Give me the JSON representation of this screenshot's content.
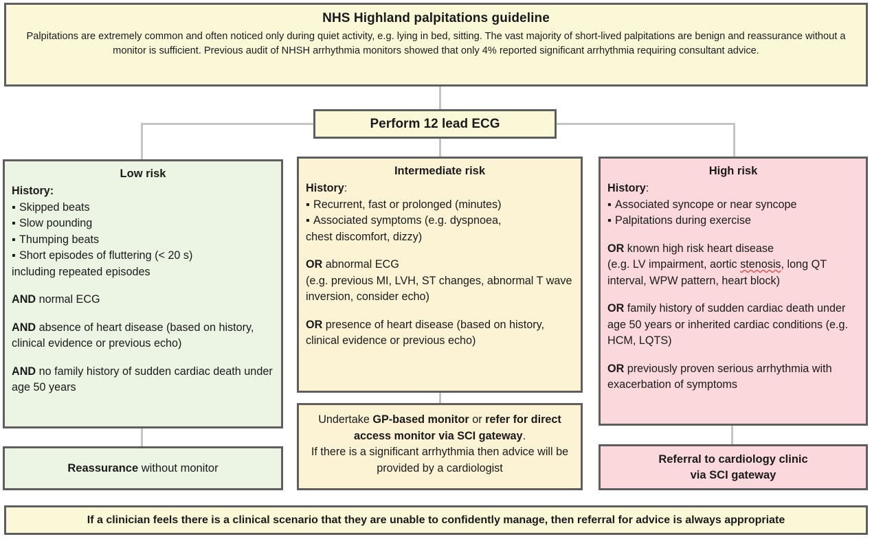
{
  "header": {
    "title": "NHS Highland palpitations guideline",
    "body": "Palpitations are extremely common and often noticed only during quiet activity, e.g. lying in bed, sitting. The vast majority of short-lived palpitations are benign and reassurance without a monitor is sufficient. Previous audit of NHSH arrhythmia monitors showed that only 4% reported significant arrhythmia requiring consultant advice."
  },
  "ecg": {
    "label": "Perform 12 lead ECG"
  },
  "low_risk": {
    "title": "Low risk",
    "history_label": "History:",
    "bullets": [
      "Skipped beats",
      "Slow pounding",
      "Thumping beats",
      "Short episodes of fluttering (< 20 s)"
    ],
    "bullet_continuation": "including repeated episodes",
    "criteria": [
      {
        "connector": "AND",
        "text": " normal ECG"
      },
      {
        "connector": "AND",
        "text": " absence of heart disease (based on history, clinical evidence or previous echo)"
      },
      {
        "connector": "AND",
        "text": " no family history of sudden cardiac death under age 50 years"
      }
    ],
    "outcome_bold": "Reassurance",
    "outcome_rest": " without monitor"
  },
  "intermediate_risk": {
    "title": "Intermediate risk",
    "history_label": "History",
    "history_colon": ":",
    "bullets": [
      "Recurrent, fast or prolonged (minutes)",
      "Associated symptoms (e.g. dyspnoea,"
    ],
    "bullet_continuation": "chest discomfort, dizzy)",
    "criteria": [
      {
        "connector": "OR",
        "text": " abnormal ECG"
      },
      {
        "connector": "",
        "text": "(e.g. previous MI, LVH, ST changes, abnormal T wave inversion, consider echo)"
      },
      {
        "connector": "OR",
        "text": " presence of heart disease (based on history, clinical evidence or previous echo)"
      }
    ],
    "outcome_line1_a": "Undertake ",
    "outcome_line1_b": "GP-based monitor",
    "outcome_line1_c": " or ",
    "outcome_line1_d": "refer for direct access monitor via SCI gateway",
    "outcome_line1_e": ".",
    "outcome_line2": "If there is a significant arrhythmia then advice will be provided by a cardiologist"
  },
  "high_risk": {
    "title": "High risk",
    "history_label": "History",
    "history_colon": ":",
    "bullets": [
      "Associated syncope or near syncope",
      "Palpitations during exercise"
    ],
    "criteria": [
      {
        "connector": "OR",
        "text": " known high risk heart disease"
      },
      {
        "connector": "",
        "text_pre": "(e.g. LV impairment, aortic ",
        "text_spell": "stenosis",
        "text_post": ", long QT interval, WPW pattern, heart block)"
      },
      {
        "connector": "OR",
        "text": " family history of sudden cardiac death under age 50 years or inherited cardiac conditions (e.g. HCM, LQTS)"
      },
      {
        "connector": "OR",
        "text": " previously proven serious arrhythmia with exacerbation of symptoms"
      }
    ],
    "outcome_line1": "Referral to cardiology clinic",
    "outcome_line2": "via SCI gateway"
  },
  "footer": {
    "text": "If a clinician feels there is a clinical scenario that they are unable to confidently manage, then referral for advice is always appropriate"
  },
  "colors": {
    "cream": "#fbf8d8",
    "cream_intermediate": "#fcf2d4",
    "green_low": "#ecf4e3",
    "pink_high": "#fbd8dc",
    "border": "#5e5e5e",
    "connector": "#c4c4c4",
    "spellcheck": "#e05b5b"
  }
}
